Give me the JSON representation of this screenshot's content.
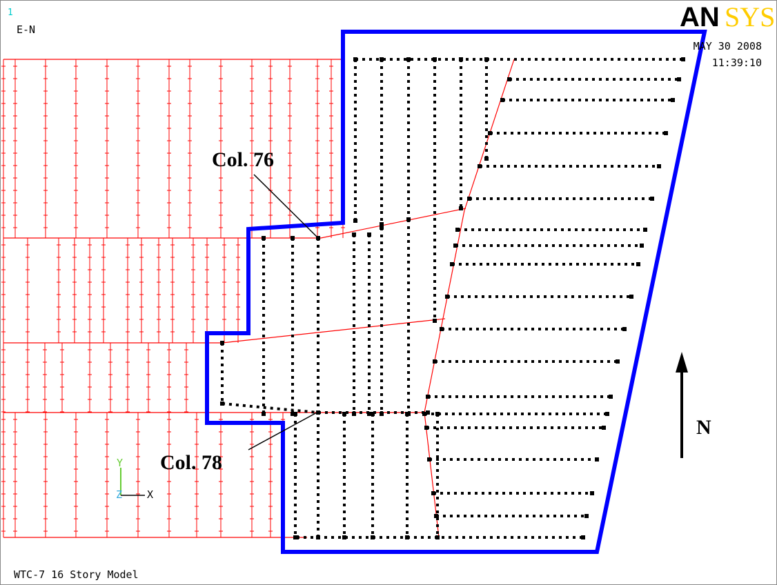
{
  "header": {
    "plot_number": "1",
    "display_label": "E-N",
    "date": "MAY 30 2008",
    "time": "11:39:10"
  },
  "brand": {
    "part1": "AN",
    "part2": "SYS"
  },
  "footer": {
    "model_title": "WTC-7 16 Story Model"
  },
  "annotations": {
    "col76": "Col. 76",
    "col78": "Col. 78",
    "north": "N"
  },
  "triad": {
    "y": "Y",
    "z": "Z",
    "x": "X"
  },
  "colors": {
    "grid_red": "#ff0000",
    "boundary_blue": "#0000ff",
    "node_black": "#000000",
    "brand_yellow": "#ffcc00",
    "triad_green": "#66cc33",
    "plot_number_cyan": "#00cccc"
  }
}
